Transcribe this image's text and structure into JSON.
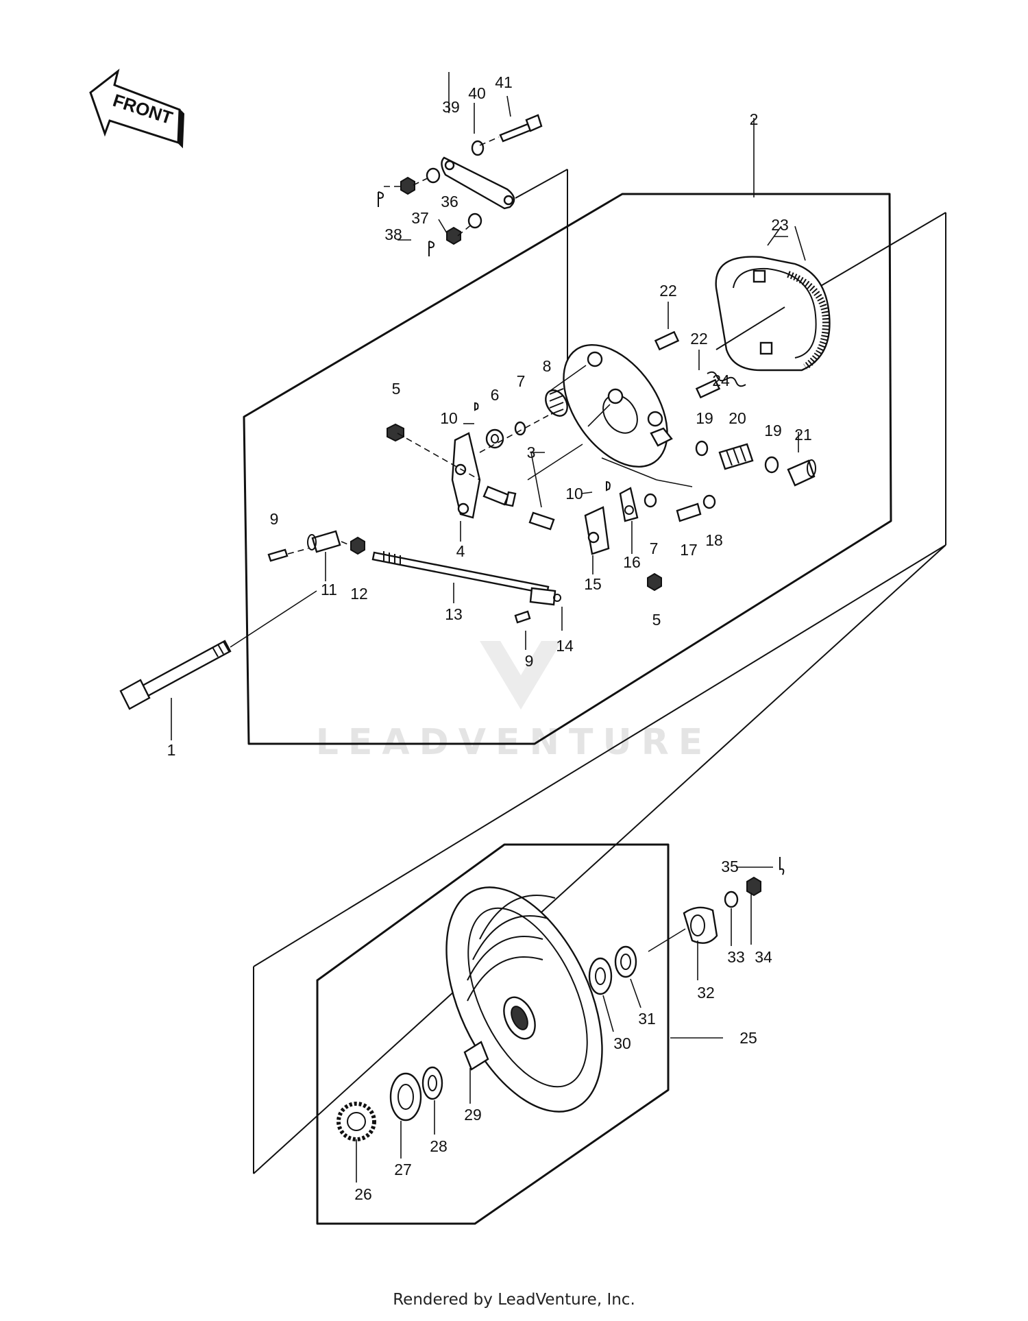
{
  "diagram": {
    "front_label": "FRONT",
    "watermark": "LEADVENTURE",
    "footer": "Rendered by LeadVenture, Inc.",
    "callouts": {
      "c1": "1",
      "c2": "2",
      "c3": "3",
      "c4": "4",
      "c5a": "5",
      "c5b": "5",
      "c6": "6",
      "c7a": "7",
      "c7b": "7",
      "c8": "8",
      "c9a": "9",
      "c9b": "9",
      "c10a": "10",
      "c10b": "10",
      "c11": "11",
      "c12": "12",
      "c13": "13",
      "c14": "14",
      "c15": "15",
      "c16": "16",
      "c17": "17",
      "c18": "18",
      "c19a": "19",
      "c19b": "19",
      "c20": "20",
      "c21": "21",
      "c22a": "22",
      "c22b": "22",
      "c23": "23",
      "c24": "24",
      "c25": "25",
      "c26": "26",
      "c27": "27",
      "c28": "28",
      "c29": "29",
      "c30": "30",
      "c31": "31",
      "c32": "32",
      "c33": "33",
      "c34": "34",
      "c35": "35",
      "c36": "36",
      "c37": "37",
      "c38": "38",
      "c39": "39",
      "c40": "40",
      "c41": "41"
    }
  }
}
